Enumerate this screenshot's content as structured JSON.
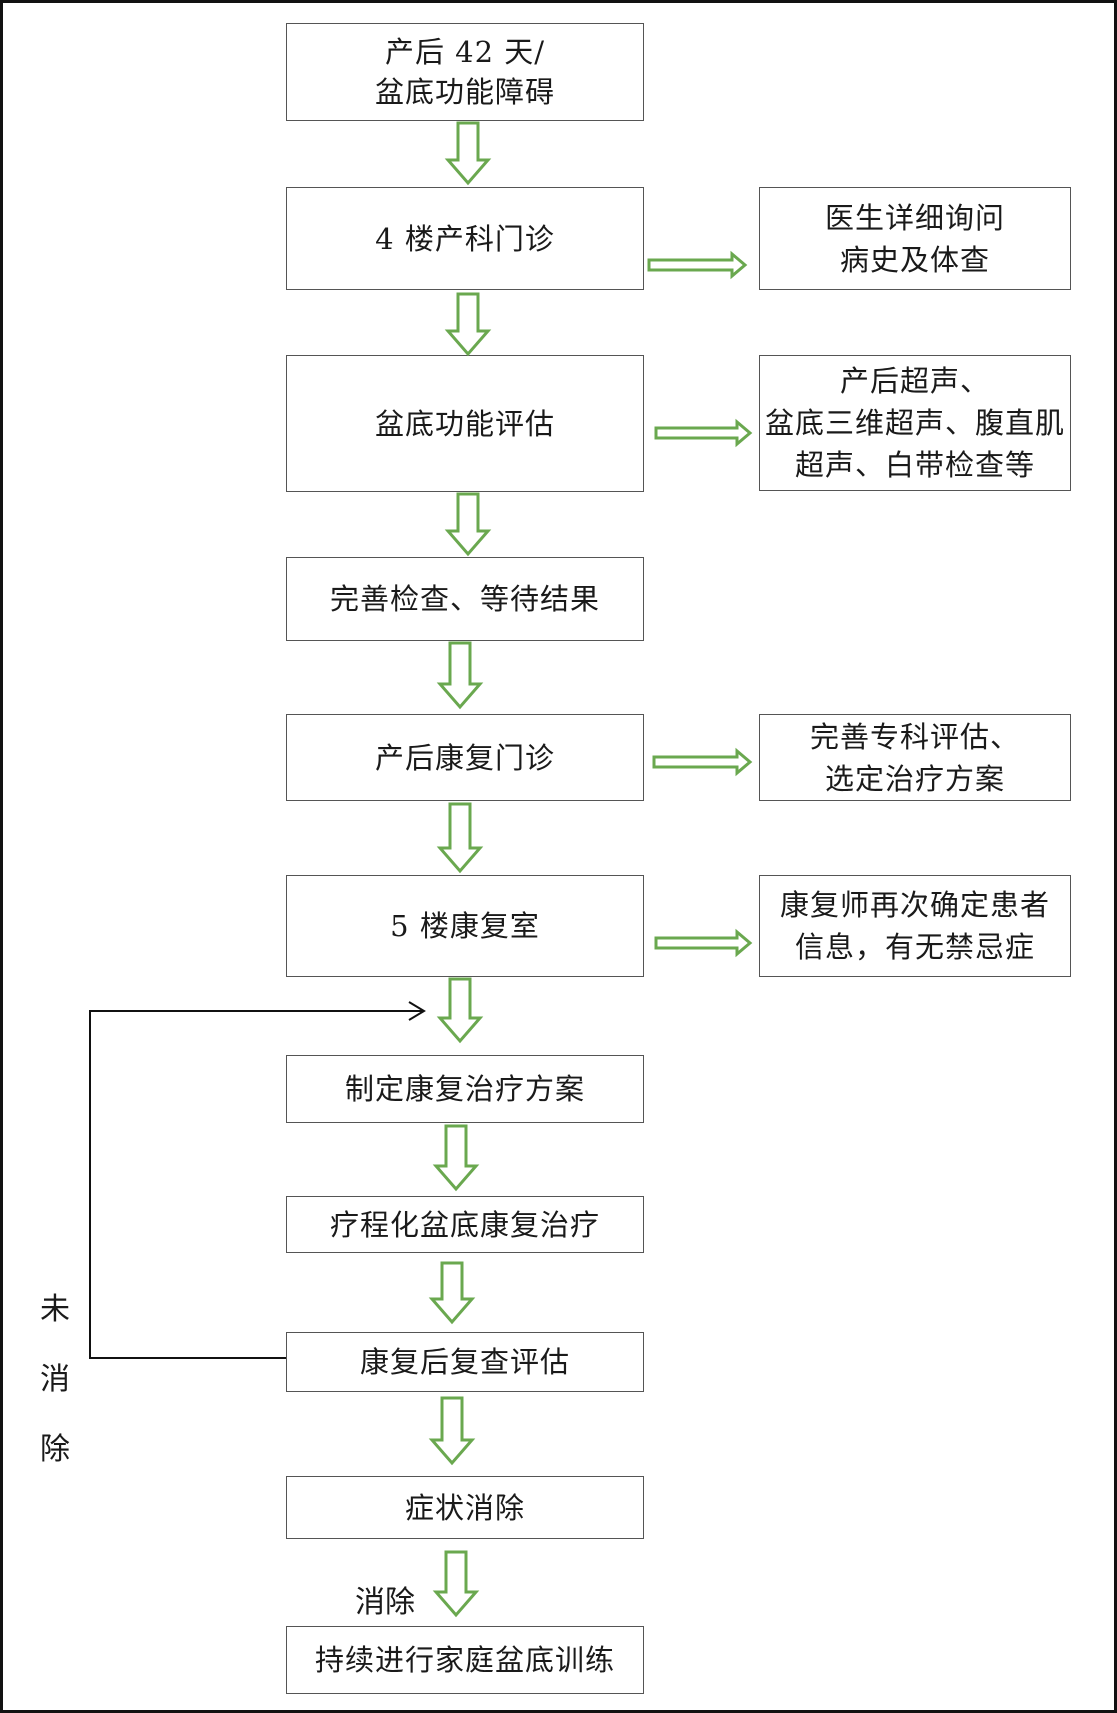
{
  "flow": {
    "step1": "产后 42 天/\n盆底功能障碍",
    "step2": "4 楼产科门诊",
    "step3": "盆底功能评估",
    "step4": "完善检查、等待结果",
    "step5": "产后康复门诊",
    "step6": "5 楼康复室",
    "step7": "制定康复治疗方案",
    "step8": "疗程化盆底康复治疗",
    "step9": "康复后复查评估",
    "step10": "症状消除",
    "step11": "持续进行家庭盆底训练"
  },
  "side": {
    "note1": "医生详细询问\n病史及体查",
    "note2": "产后超声、\n盆底三维超声、腹直肌\n超声、白带检查等",
    "note3": "完善专科评估、\n选定治疗方案",
    "note4": "康复师再次确定患者\n信息，有无禁忌症"
  },
  "labels": {
    "not_resolved": "未\n消\n除",
    "resolved": "消除"
  },
  "colors": {
    "arrow": "#6aa84f",
    "border": "#555555",
    "loop_line": "#111111"
  }
}
